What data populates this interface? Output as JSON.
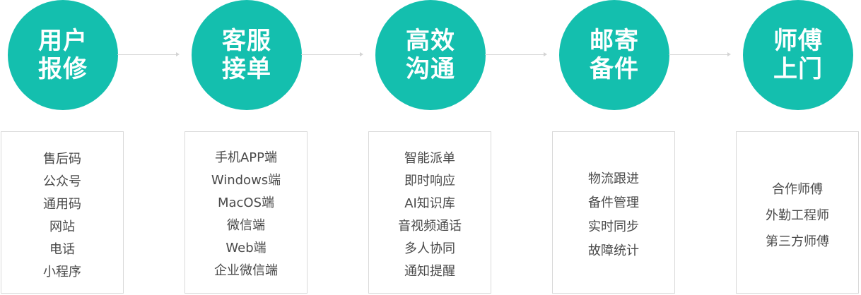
{
  "steps": [
    {
      "title": [
        "用户",
        "报修"
      ],
      "items": [
        "售后码",
        "公众号",
        "通用码",
        "网站",
        "电话",
        "小程序"
      ]
    },
    {
      "title": [
        "客服",
        "接单"
      ],
      "items": [
        "手机APP端",
        "Windows端",
        "MacOS端",
        "微信端",
        "Web端",
        "企业微信端"
      ]
    },
    {
      "title": [
        "高效",
        "沟通"
      ],
      "items": [
        "智能派单",
        "即时响应",
        "AI知识库",
        "音视频通话",
        "多人协同",
        "通知提醒"
      ]
    },
    {
      "title": [
        "邮寄",
        "备件"
      ],
      "items": [
        "物流跟进",
        "备件管理",
        "实时同步",
        "故障统计"
      ]
    },
    {
      "title": [
        "师傅",
        "上门"
      ],
      "items": [
        "合作师傅",
        "外勤工程师",
        "第三方师傅"
      ]
    }
  ],
  "colors": {
    "circle": "#14bfae",
    "circle_text": "#ffffff",
    "panel_border": "#d9d9d9",
    "item_text": "#4a4a4a",
    "connector": "#d4d4d4"
  }
}
